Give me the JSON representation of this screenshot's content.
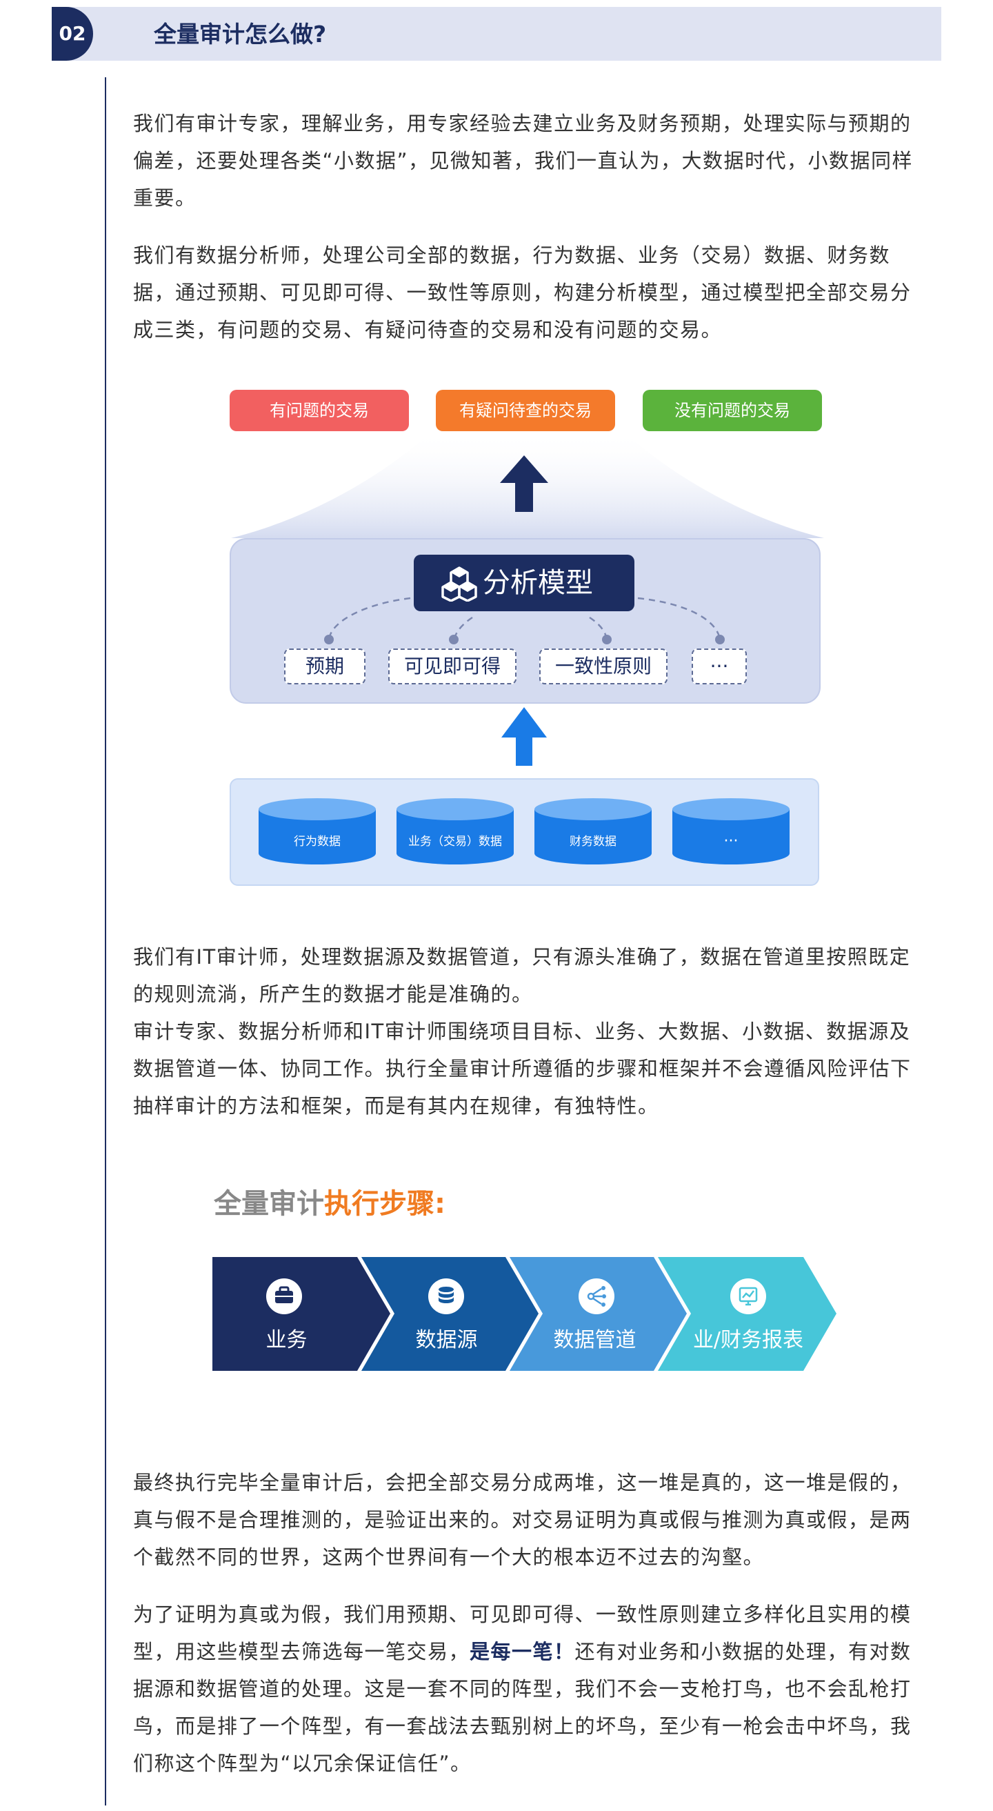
{
  "section": {
    "number": "02",
    "title": "全量审计怎么做?"
  },
  "paragraphs": {
    "p1": "我们有审计专家，理解业务，用专家经验去建立业务及财务预期，处理实际与预期的偏差，还要处理各类“小数据”，见微知著，我们一直认为，大数据时代，小数据同样重要。",
    "p2": "我们有数据分析师，处理公司全部的数据，行为数据、业务（交易）数据、财务数据，通过预期、可见即可得、一致性等原则，构建分析模型，通过模型把全部交易分成三类，有问题的交易、有疑问待查的交易和没有问题的交易。",
    "p3": "我们有IT审计师，处理数据源及数据管道，只有源头准确了，数据在管道里按照既定的规则流淌，所产生的数据才能是准确的。",
    "p4": "审计专家、数据分析师和IT审计师围绕项目目标、业务、大数据、小数据、数据源及数据管道一体、协同工作。执行全量审计所遵循的步骤和框架并不会遵循风险评估下抽样审计的方法和框架，而是有其内在规律，有独特性。",
    "p5": "最终执行完毕全量审计后，会把全部交易分成两堆，这一堆是真的，这一堆是假的，真与假不是合理推测的，是验证出来的。对交易证明为真或假与推测为真或假，是两个截然不同的世界，这两个世界间有一个大的根本迈不过去的沟壑。",
    "p6_before": "为了证明为真或为假，我们用预期、可见即可得、一致性原则建立多样化且实用的模型，用这些模型去筛选每一笔交易，",
    "p6_emphasis": "是每一笔！",
    "p6_after": "还有对业务和小数据的处理，有对数据源和数据管道的处理。这是一套不同的阵型，我们不会一支枪打鸟，也不会乱枪打鸟，而是排了一个阵型，有一套战法去甄别树上的坏鸟，至少有一枪会击中坏鸟，我们称这个阵型为“以冗余保证信任”。"
  },
  "diagram": {
    "outcomes": [
      {
        "label": "有问题的交易",
        "color": "#f26060"
      },
      {
        "label": "有疑问待查的交易",
        "color": "#f47a2b"
      },
      {
        "label": "没有问题的交易",
        "color": "#5bb33c"
      }
    ],
    "model": {
      "title": "分析模型",
      "icon": "cubes-icon",
      "principles": [
        "预期",
        "可见即可得",
        "一致性原则",
        "···"
      ]
    },
    "sources": [
      "行为数据",
      "业务（交易）数据",
      "财务数据",
      "···"
    ],
    "colors": {
      "navy": "#1c2d61",
      "blue": "#1a7be6"
    }
  },
  "steps": {
    "title_gray": "全量审计",
    "title_orange": "执行步骤:",
    "items": [
      {
        "label": "业务",
        "icon": "briefcase-icon",
        "color": "#1c2d61"
      },
      {
        "label": "数据源",
        "icon": "database-icon",
        "color": "#14599e"
      },
      {
        "label": "数据管道",
        "icon": "pipeline-icon",
        "color": "#4899db"
      },
      {
        "label": "业/财务报表",
        "icon": "report-icon",
        "color": "#47c6d9"
      }
    ]
  }
}
